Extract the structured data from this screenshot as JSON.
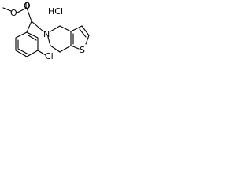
{
  "molecule": {
    "atom_labels": {
      "methoxy_oxygen": "O",
      "carbonyl_oxygen": "O",
      "salt": "HCl",
      "nitrogen": "N",
      "chlorine": "Cl",
      "sulfur": "S"
    }
  }
}
